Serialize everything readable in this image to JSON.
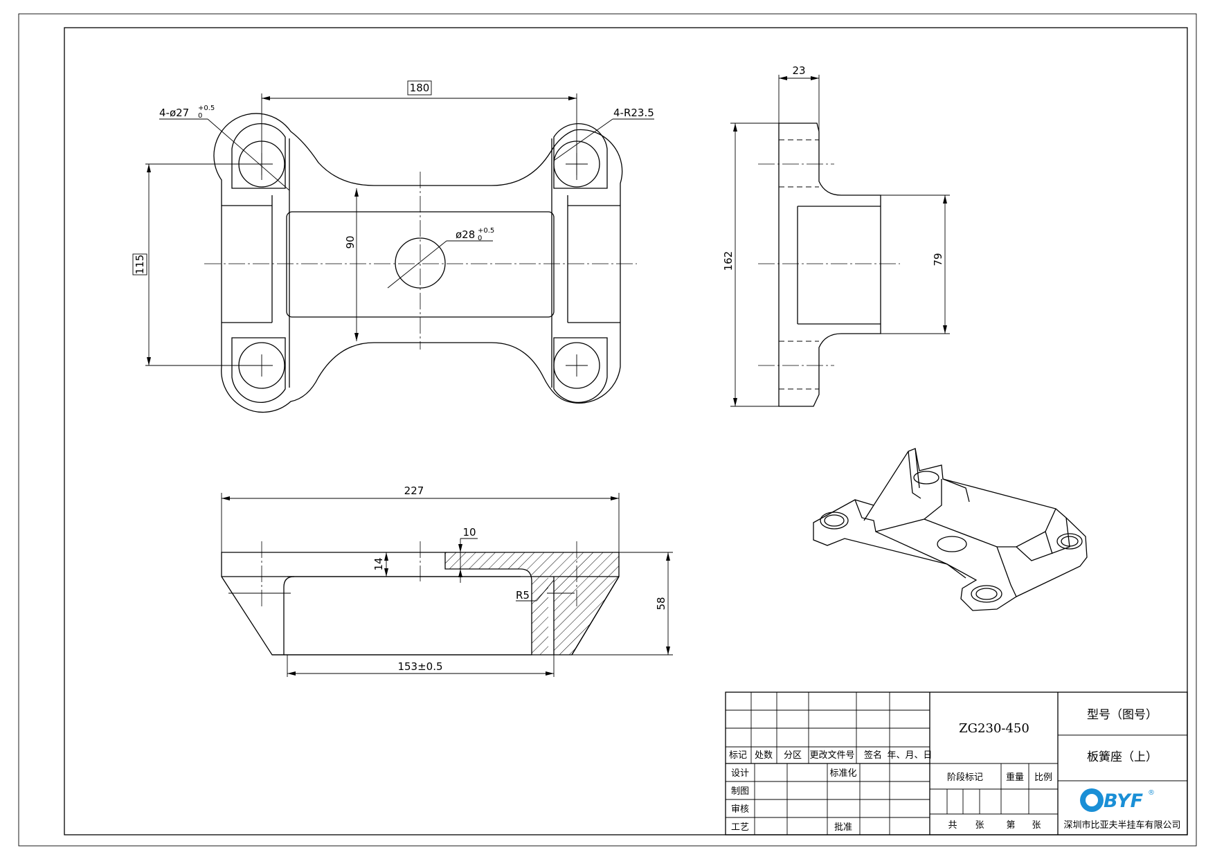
{
  "drawing": {
    "part_number": "ZG230-450",
    "part_name": "板簧座（上）",
    "model_label": "型号（图号）",
    "company": "深圳市比亚夫半挂车有限公司",
    "logo_text": "BYF",
    "logo_registered": "®",
    "brand_color": "#1a8fd6"
  },
  "title_block": {
    "header_cells": [
      "标记",
      "处数",
      "分区",
      "更改文件号",
      "签名",
      "年、月、日"
    ],
    "left_rows": [
      "设计",
      "制图",
      "审核",
      "工艺"
    ],
    "standardize": "标准化",
    "approve": "批准",
    "stage_mark": "阶段标记",
    "weight": "重量",
    "scale": "比例",
    "sheet_total": "共",
    "sheet_unit_1": "张",
    "sheet_no": "第",
    "sheet_unit_2": "张"
  },
  "dimensions": {
    "width_180": "180",
    "hole_main": "4-ø27",
    "hole_main_tol_upper": "+0.5",
    "hole_main_tol_lower": "0",
    "radius": "4-R23.5",
    "height_115": "115",
    "gap_90": "90",
    "center_hole": "ø28",
    "center_hole_tol_upper": "+0.5",
    "center_hole_tol_lower": "0",
    "thickness_23": "23",
    "height_162": "162",
    "height_79": "79",
    "length_227": "227",
    "wall_10": "10",
    "plate_14": "14",
    "fillet_r5": "R5",
    "height_58": "58",
    "inner_153": "153±0.5"
  }
}
